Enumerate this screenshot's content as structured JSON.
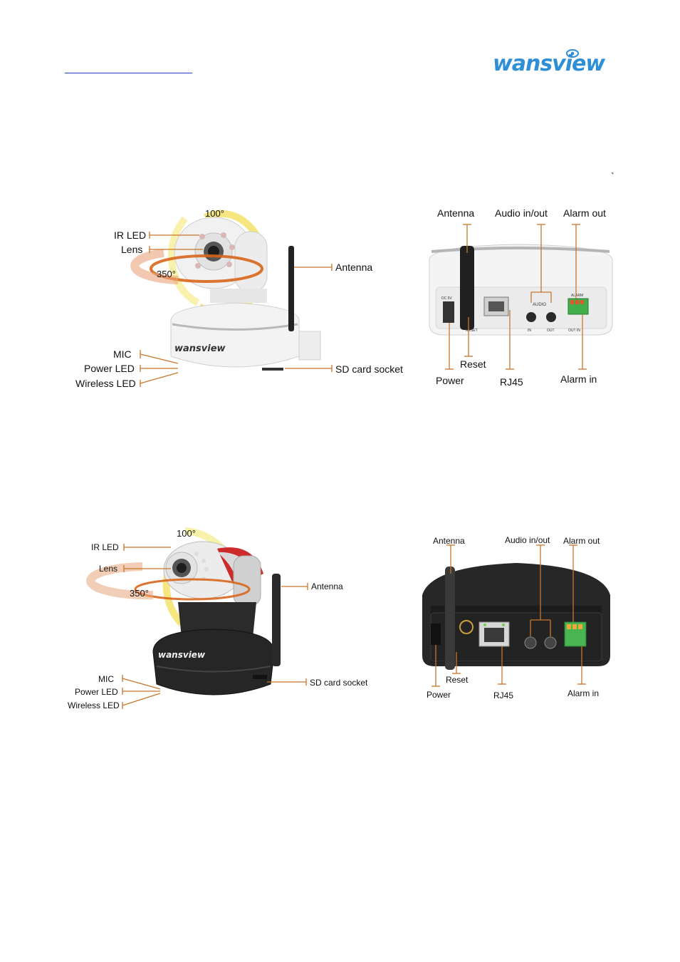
{
  "brand": {
    "logo_text": "wansview",
    "logo_color": "#2e8fd6"
  },
  "accent_colors": {
    "callout_line": "#c8772a",
    "tilt_arc": "#f3e26a",
    "pan_arc": "#d8661c"
  },
  "figures": [
    {
      "id": "white-front",
      "tilt_angle": "100°",
      "pan_angle": "350°",
      "labels": {
        "ir_led": "IR LED",
        "lens": "Lens",
        "antenna": "Antenna",
        "mic": "MIC",
        "power_led": "Power LED",
        "wireless_led": "Wireless LED",
        "sd_card": "SD card socket"
      },
      "body_text": "wansview"
    },
    {
      "id": "white-back",
      "labels": {
        "antenna": "Antenna",
        "audio": "Audio in/out",
        "alarm_out": "Alarm out",
        "reset": "Reset",
        "power": "Power",
        "rj45": "RJ45",
        "alarm_in": "Alarm in"
      },
      "panel_text": {
        "dc": "DC 5V",
        "reset": "RESET",
        "audio": "AUDIO",
        "in": "IN",
        "out": "OUT",
        "alarm": "ALARM",
        "out_in": "OUT IN"
      }
    },
    {
      "id": "black-front",
      "tilt_angle": "100°",
      "pan_angle": "350°",
      "labels": {
        "ir_led": "IR LED",
        "lens": "Lens",
        "antenna": "Antenna",
        "mic": "MIC",
        "power_led": "Power LED",
        "wireless_led": "Wireless LED",
        "sd_card": "SD card socket"
      },
      "body_text": "wansview"
    },
    {
      "id": "black-back",
      "labels": {
        "antenna": "Antenna",
        "audio": "Audio in/out",
        "alarm_out": "Alarm out",
        "reset": "Reset",
        "power": "Power",
        "rj45": "RJ45",
        "alarm_in": "Alarm in"
      }
    }
  ]
}
